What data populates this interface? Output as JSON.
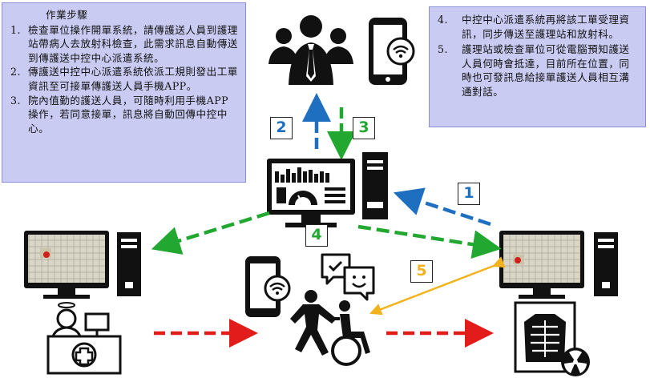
{
  "left_panel": {
    "title": "作業步驟",
    "steps": [
      {
        "num": "1.",
        "text": "檢查單位操作開單系統，請傳護送人員到護理站帶病人去放射科檢查，此需求訊息自動傳送到傳護送中控中心派遣系統。"
      },
      {
        "num": "2.",
        "text": "傳護送中控中心派遣系統依派工規則發出工單資訊至可接單傳護送人員手機APP。"
      },
      {
        "num": "3.",
        "text": "院內值勤的護送人員，可隨時利用手機APP操作，若同意接單，訊息將自動回傳中控中心。"
      }
    ]
  },
  "right_panel": {
    "steps": [
      {
        "num": "4.",
        "text": "中控中心派遣系統再將該工單受理資訊，同步傳送至護理站和放射科。"
      },
      {
        "num": "5.",
        "text": "護理站或檢查單位可從電腦預知護送人員何時會抵達，目前所在位置，同時也可發訊息給接單護送人員相互溝通對話。"
      }
    ]
  },
  "badges": {
    "b1": "1",
    "b2": "2",
    "b3": "3",
    "b4": "4",
    "b5": "5"
  },
  "colors": {
    "note_bg": "#c9cbf2",
    "arrow_blue": "#1f6fc0",
    "arrow_green": "#22a830",
    "arrow_red": "#e21b1b",
    "arrow_yellow": "#f2b21c"
  },
  "icons": [
    "staff-group-icon",
    "phone-wifi-icon",
    "control-center-computer-icon",
    "nurse-station-computer-icon",
    "radiology-computer-icon",
    "nurse-station-icon",
    "transport-staff-wheelchair-icon",
    "chat-bubbles-icon",
    "xray-radiation-icon"
  ]
}
